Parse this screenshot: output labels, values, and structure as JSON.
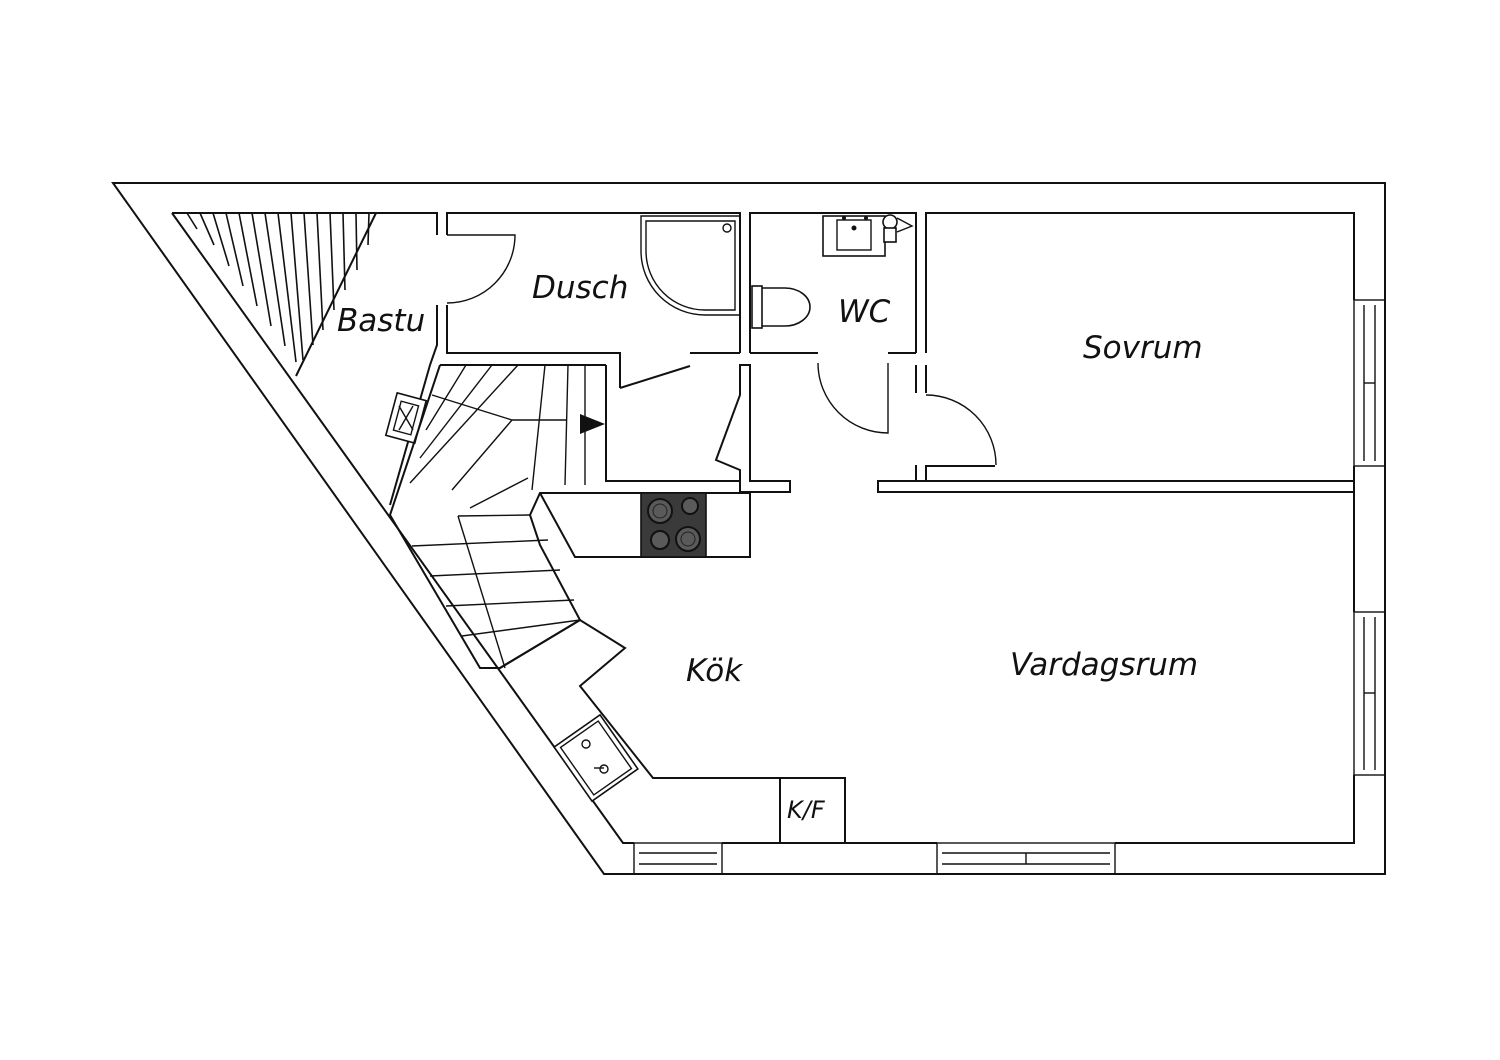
{
  "rooms": {
    "bastu": "Bastu",
    "dusch": "Dusch",
    "wc": "WC",
    "sovrum": "Sovrum",
    "kok": "Kök",
    "vardagsrum": "Vardagsrum",
    "kf": "K/F"
  },
  "colors": {
    "wall": "#111111",
    "stove": "#3a3a3a",
    "background": "#ffffff"
  }
}
